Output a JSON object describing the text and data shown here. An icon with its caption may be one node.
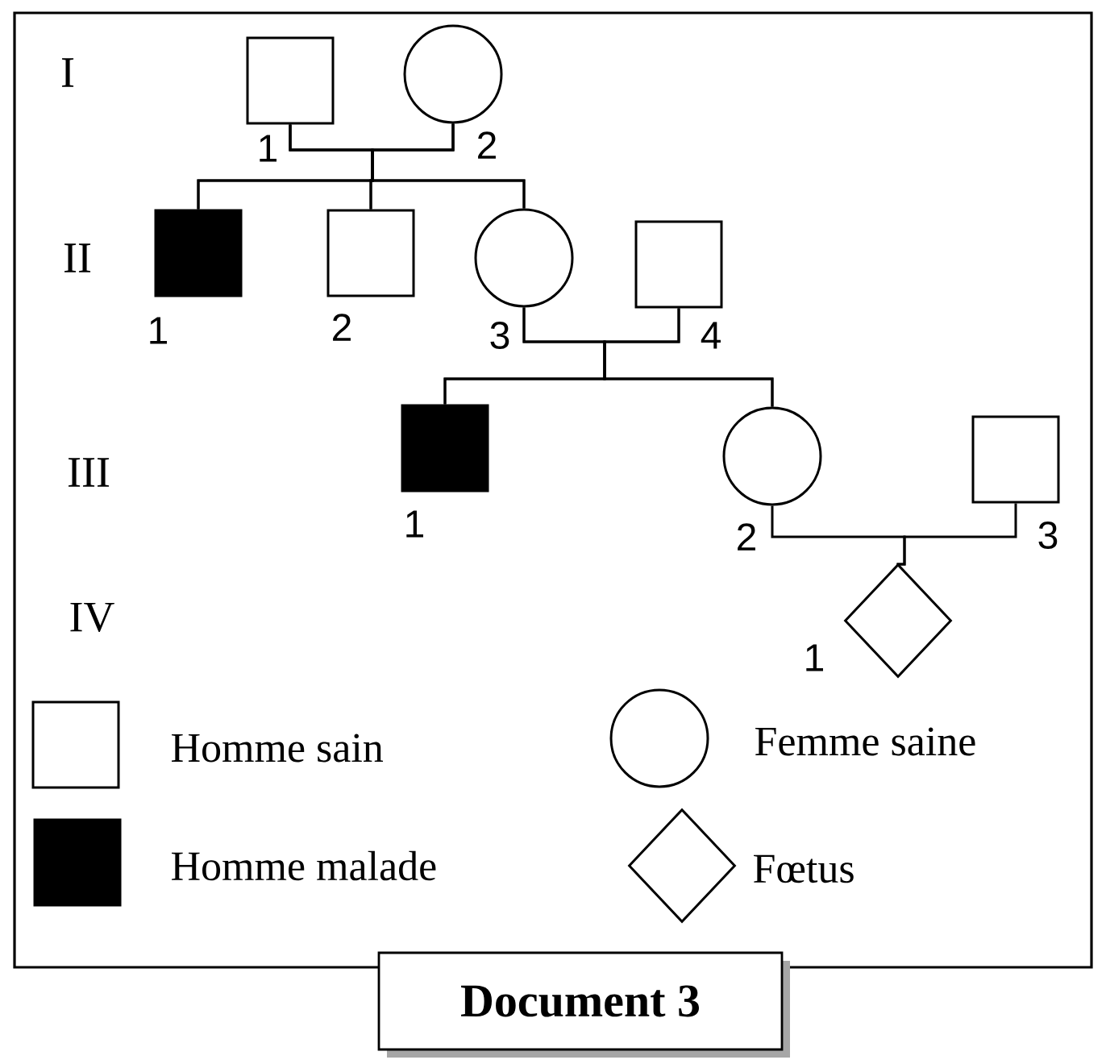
{
  "diagram": {
    "caption": "Document 3",
    "nodes": [
      {
        "text": [],
        "shape": "square",
        "beside": [
          "1"
        ]
      },
      {
        "text": [],
        "shape": "circle",
        "beside": [
          "2"
        ]
      },
      {
        "text": [],
        "shape": "filled-square",
        "beside": [
          "1"
        ]
      },
      {
        "text": [],
        "shape": "square",
        "beside": [
          "2"
        ]
      },
      {
        "text": [],
        "shape": "circle",
        "beside": [
          "3"
        ]
      },
      {
        "text": [],
        "shape": "square",
        "beside": [
          "4"
        ]
      },
      {
        "text": [],
        "shape": "filled-square",
        "beside": [
          "1"
        ]
      },
      {
        "text": [],
        "shape": "circle",
        "beside": [
          "2"
        ]
      },
      {
        "text": [],
        "shape": "square",
        "beside": [
          "3"
        ]
      },
      {
        "text": [],
        "shape": "diamond",
        "beside": [
          "1"
        ]
      }
    ],
    "edges": [
      {
        "from": 0,
        "to": 2,
        "arrow": "none"
      },
      {
        "from": 0,
        "to": 3,
        "arrow": "none"
      },
      {
        "from": 0,
        "to": 4,
        "arrow": "none"
      },
      {
        "from": 1,
        "to": 2,
        "arrow": "none"
      },
      {
        "from": 1,
        "to": 3,
        "arrow": "none"
      },
      {
        "from": 1,
        "to": 4,
        "arrow": "none"
      },
      {
        "from": 4,
        "to": 6,
        "arrow": "none"
      },
      {
        "from": 4,
        "to": 7,
        "arrow": "none"
      },
      {
        "from": 5,
        "to": 6,
        "arrow": "none"
      },
      {
        "from": 5,
        "to": 7,
        "arrow": "none"
      },
      {
        "from": 7,
        "to": 9,
        "arrow": "none"
      },
      {
        "from": 8,
        "to": 9,
        "arrow": "none"
      }
    ],
    "labels": [
      "I",
      "II",
      "III",
      "IV"
    ],
    "legend": [
      {
        "text": "Homme sain"
      },
      {
        "text": "Femme saine"
      },
      {
        "text": "Homme malade",
        "color": "#000000"
      },
      {
        "text": "Fœtus"
      }
    ]
  }
}
